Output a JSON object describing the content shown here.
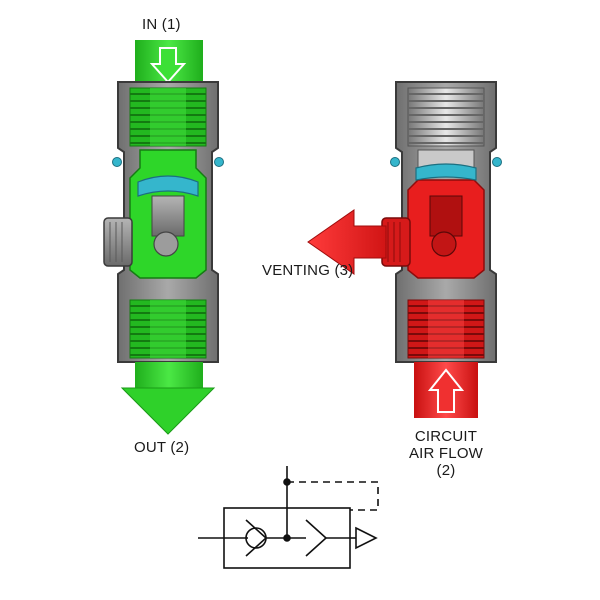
{
  "labels": {
    "in": "IN (1)",
    "out": "OUT (2)",
    "venting": "VENTING (3)",
    "circuit_line1": "CIRCUIT",
    "circuit_line2": "AIR FLOW",
    "circuit_line3": "(2)"
  },
  "colors": {
    "flow_supply": "#2fd12a",
    "flow_vent": "#ee2222",
    "seal": "#35b6cc",
    "body": "#8a8a8a"
  }
}
